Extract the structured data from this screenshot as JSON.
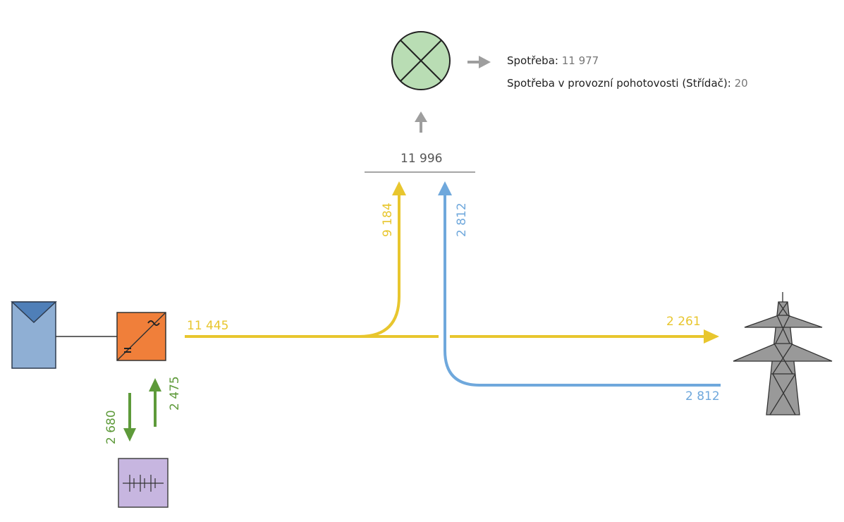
{
  "colors": {
    "pv_flow": "#E8C62E",
    "grid_flow": "#6FA8DC",
    "battery_flow": "#5E9A3A",
    "neutral": "#9E9E9E",
    "pv_panel": "#8FAFD4",
    "inverter": "#F07F3A",
    "battery": "#C7B6E0",
    "consumer": "#B9DDB4",
    "tower": "#999999"
  },
  "icons": {
    "pv": "solar-panel-icon",
    "inverter": "inverter-icon",
    "battery": "battery-icon",
    "consumer": "consumer-lamp-icon",
    "grid": "power-tower-icon"
  },
  "flows": {
    "pv_output": "11 445",
    "pv_to_consumption": "9 184",
    "grid_to_consumption": "2 812",
    "pv_to_grid": "2 261",
    "grid_import": "2 812",
    "battery_charge": "2 680",
    "battery_discharge": "2 475",
    "consumption_total": "11 996"
  },
  "consumption": {
    "label": "Spotřeba:",
    "value": "11 977",
    "standby_label": "Spotřeba v provozní pohotovosti (Střídač):",
    "standby_value": "20"
  }
}
